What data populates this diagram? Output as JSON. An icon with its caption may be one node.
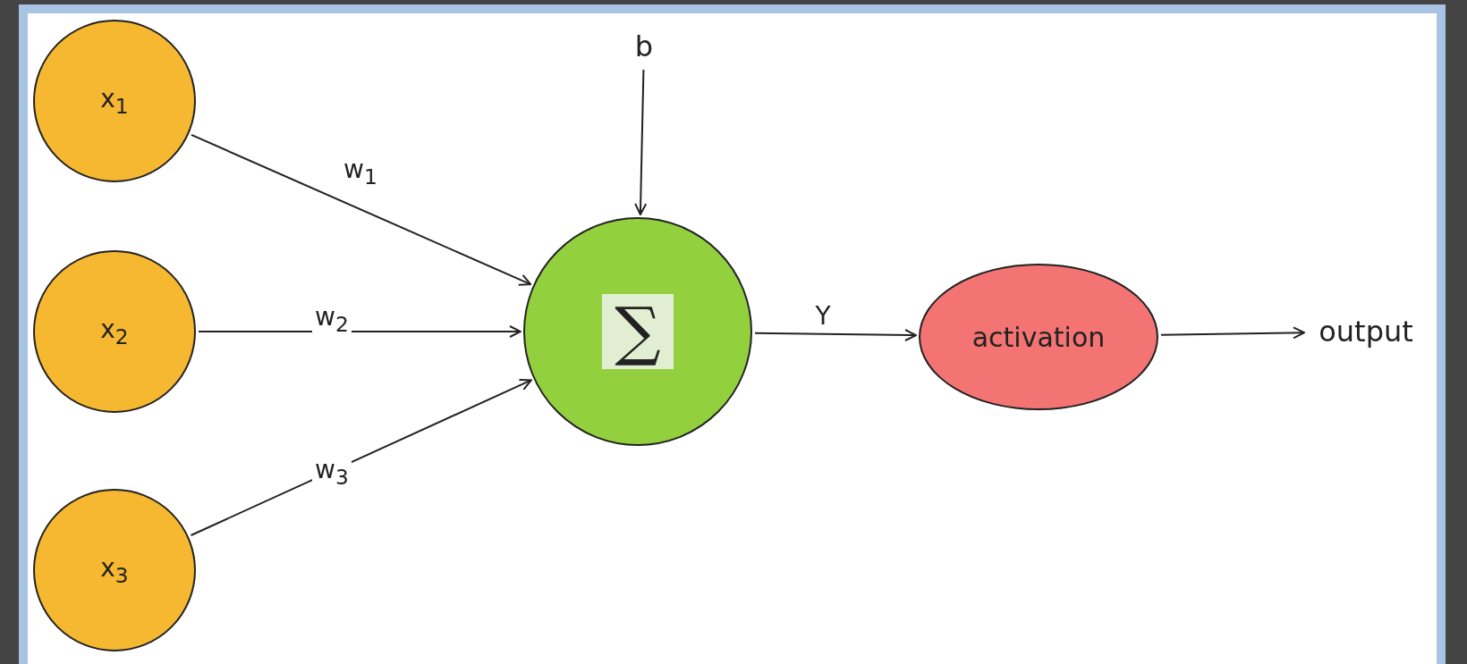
{
  "diagram": {
    "nodes": [
      {
        "text": [
          "x$_{1}$"
        ]
      },
      {
        "text": [
          "x$_{2}$"
        ]
      },
      {
        "text": [
          "x$_{3}$"
        ]
      },
      {
        "text": [
          "b"
        ]
      },
      {
        "text": [
          "∑"
        ]
      },
      {
        "text": [
          "activation"
        ]
      },
      {
        "text": [
          "output"
        ]
      }
    ],
    "edges": [
      {
        "from": 0,
        "to": 4,
        "arrow": "to",
        "label": "w$_{1}$"
      },
      {
        "from": 1,
        "to": 4,
        "arrow": "to",
        "label": "w$_{2}$"
      },
      {
        "from": 2,
        "to": 4,
        "arrow": "to",
        "label": "w$_{3}$"
      },
      {
        "from": 3,
        "to": 4,
        "arrow": "to"
      },
      {
        "from": 4,
        "to": 5,
        "arrow": "to",
        "label": "Y"
      },
      {
        "from": 5,
        "to": 6,
        "arrow": "to"
      }
    ]
  }
}
